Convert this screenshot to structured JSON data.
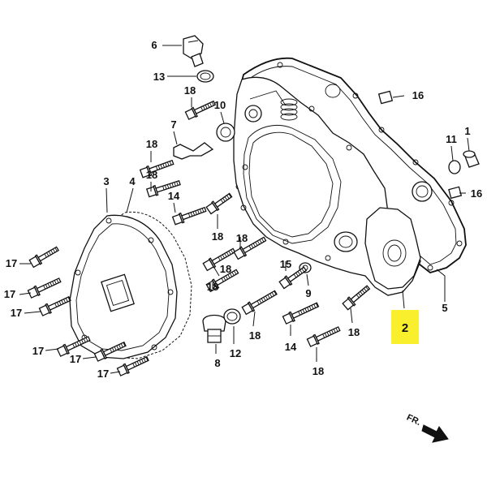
{
  "labels": [
    {
      "id": "p6",
      "text": "6"
    },
    {
      "id": "p13",
      "text": "13"
    },
    {
      "id": "p18a",
      "text": "18"
    },
    {
      "id": "p10",
      "text": "10"
    },
    {
      "id": "p16a",
      "text": "16"
    },
    {
      "id": "p7",
      "text": "7"
    },
    {
      "id": "p18b",
      "text": "18"
    },
    {
      "id": "p18c",
      "text": "18"
    },
    {
      "id": "p3",
      "text": "3"
    },
    {
      "id": "p4",
      "text": "4"
    },
    {
      "id": "p14a",
      "text": "14"
    },
    {
      "id": "p18d",
      "text": "18"
    },
    {
      "id": "p11",
      "text": "11"
    },
    {
      "id": "p1",
      "text": "1"
    },
    {
      "id": "p16b",
      "text": "16"
    },
    {
      "id": "p17a",
      "text": "17"
    },
    {
      "id": "p17b",
      "text": "17"
    },
    {
      "id": "p17c",
      "text": "17"
    },
    {
      "id": "p18e",
      "text": "18"
    },
    {
      "id": "p18f",
      "text": "18"
    },
    {
      "id": "p18g",
      "text": "18"
    },
    {
      "id": "p15",
      "text": "15"
    },
    {
      "id": "p9",
      "text": "9"
    },
    {
      "id": "p5",
      "text": "5"
    },
    {
      "id": "p18h",
      "text": "18"
    },
    {
      "id": "p18i",
      "text": "18"
    },
    {
      "id": "p14b",
      "text": "14"
    },
    {
      "id": "p17d",
      "text": "17"
    },
    {
      "id": "p17e",
      "text": "17"
    },
    {
      "id": "p17f",
      "text": "17"
    },
    {
      "id": "p8",
      "text": "8"
    },
    {
      "id": "p12",
      "text": "12"
    },
    {
      "id": "p18j",
      "text": "18"
    }
  ],
  "highlight": {
    "text": "2",
    "color": "#f9ef2d"
  },
  "direction_marker": {
    "text": "FR."
  }
}
